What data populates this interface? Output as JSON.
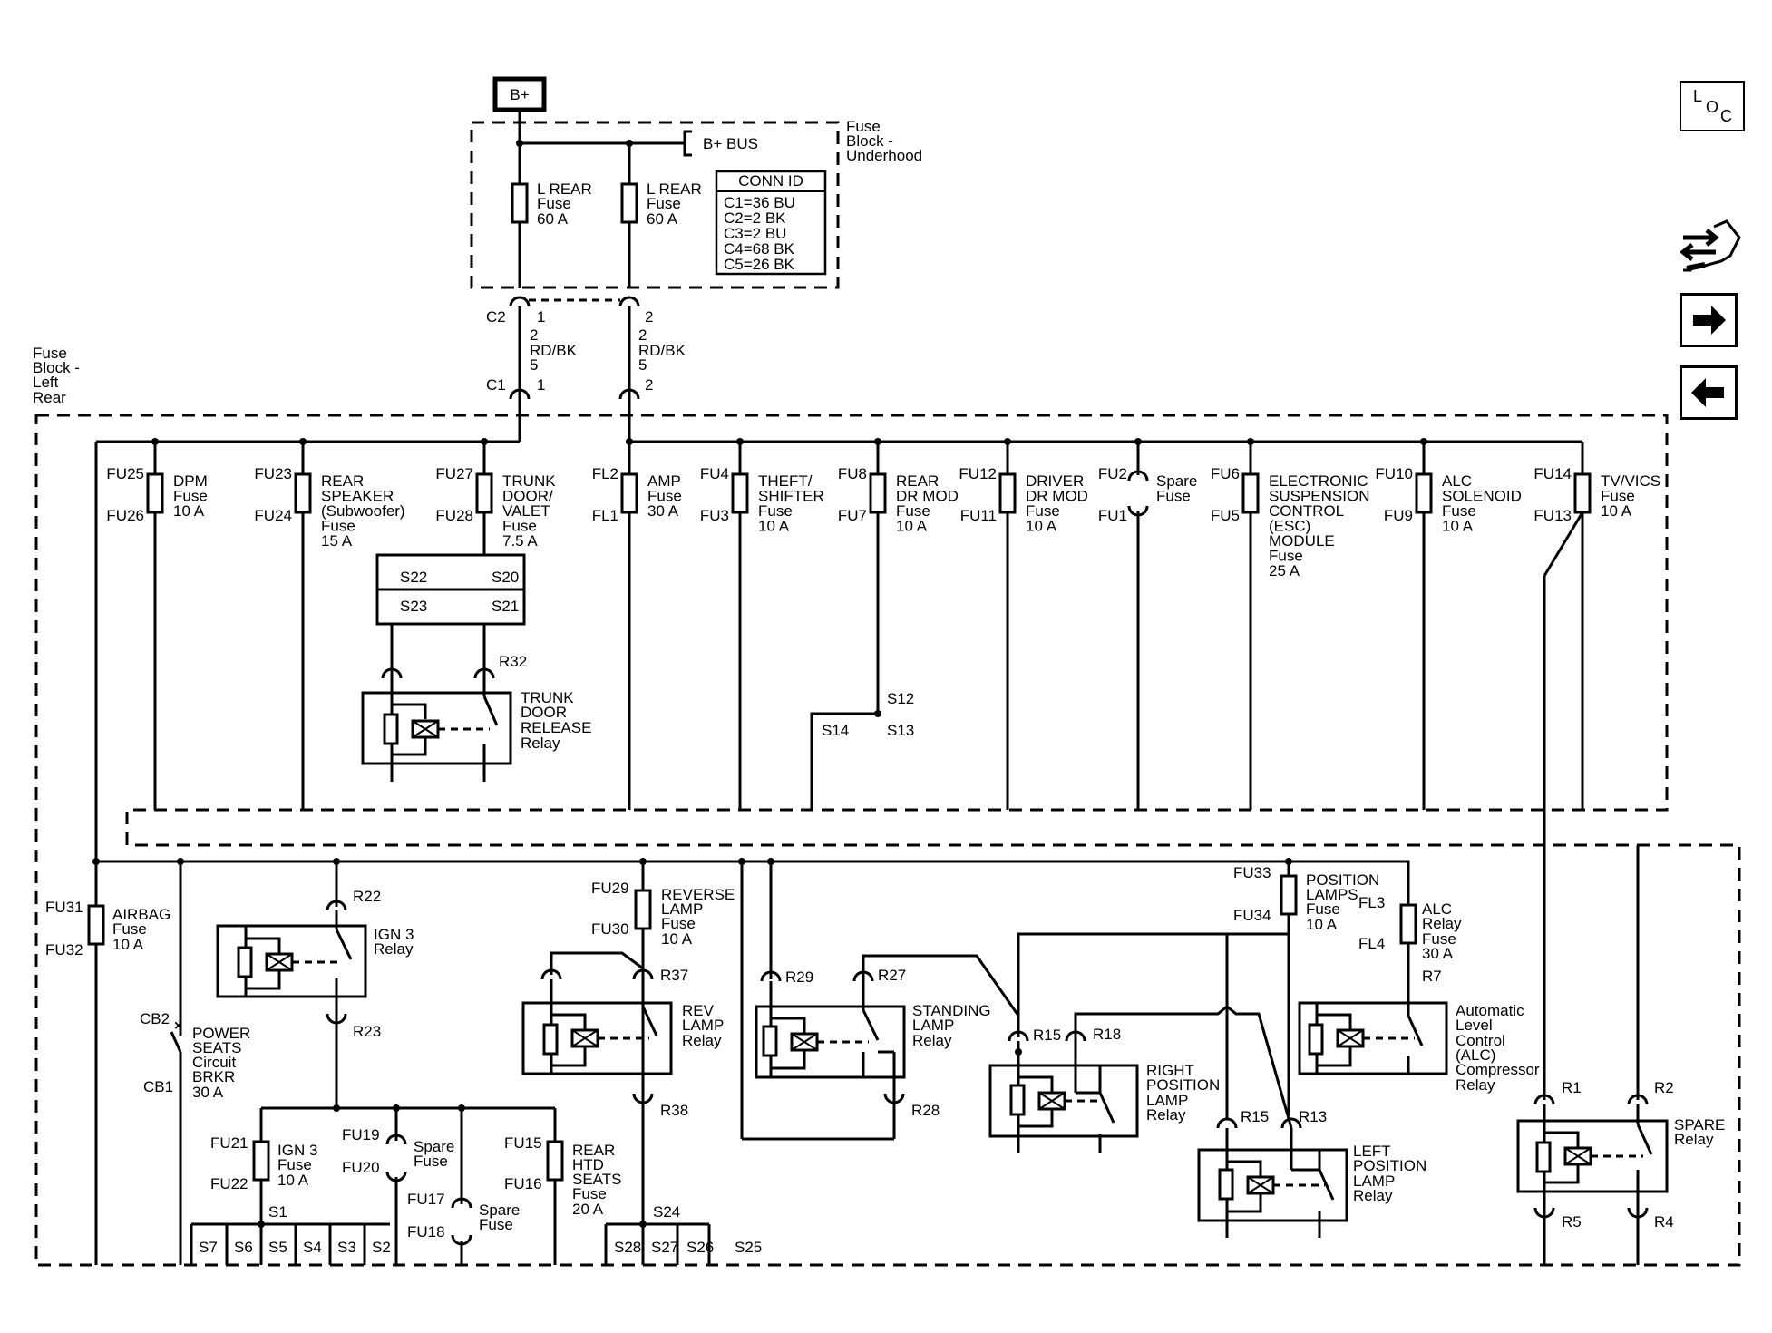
{
  "nav": {
    "loc_l": "L",
    "loc_o": "O",
    "loc_c": "C",
    "tools_icon": "wrench-arrows-icon",
    "next_icon": "arrow-right-icon",
    "prev_icon": "arrow-left-icon"
  },
  "source": "B+",
  "underhood": {
    "name_lines": [
      "Fuse",
      "Block -",
      "Underhood"
    ],
    "bus": "B+ BUS",
    "fuse_a": [
      "L REAR",
      "Fuse",
      "60 A"
    ],
    "fuse_b": [
      "L REAR",
      "Fuse",
      "60 A"
    ],
    "conn_title": "CONN ID",
    "conn_rows": [
      "C1=36 BU",
      "C2=2 BK",
      "C3=2 BU",
      "C4=68 BK",
      "C5=26 BK"
    ]
  },
  "links": {
    "c2": "C2",
    "c1": "C1",
    "pin1": "1",
    "pin2": "2",
    "wire_a": [
      "2",
      "RD/BK",
      "5"
    ],
    "wire_b": [
      "2",
      "RD/BK",
      "5"
    ]
  },
  "left_rear": {
    "name_lines": [
      "Fuse",
      "Block -",
      "Left",
      "Rear"
    ]
  },
  "top_fuses": [
    {
      "t": "FU25",
      "b": "FU26",
      "lines": [
        "DPM",
        "Fuse",
        "10 A"
      ]
    },
    {
      "t": "FU23",
      "b": "FU24",
      "lines": [
        "REAR",
        "SPEAKER",
        "(Subwoofer)",
        "Fuse",
        "15 A"
      ]
    },
    {
      "t": "FU27",
      "b": "FU28",
      "lines": [
        "TRUNK",
        "DOOR/",
        "VALET",
        "Fuse",
        "7.5 A"
      ]
    },
    {
      "t": "FL2",
      "b": "FL1",
      "lines": [
        "AMP",
        "Fuse",
        "30 A"
      ]
    },
    {
      "t": "FU4",
      "b": "FU3",
      "lines": [
        "THEFT/",
        "SHIFTER",
        "Fuse",
        "10 A"
      ]
    },
    {
      "t": "FU8",
      "b": "FU7",
      "lines": [
        "REAR",
        "DR MOD",
        "Fuse",
        "10 A"
      ]
    },
    {
      "t": "FU12",
      "b": "FU11",
      "lines": [
        "DRIVER",
        "DR MOD",
        "Fuse",
        "10 A"
      ]
    },
    {
      "t": "FU2",
      "b": "FU1",
      "lines": [
        "Spare",
        "Fuse"
      ]
    },
    {
      "t": "FU6",
      "b": "FU5",
      "lines": [
        "ELECTRONIC",
        "SUSPENSION",
        "CONTROL",
        "(ESC)",
        "MODULE",
        "Fuse",
        "25 A"
      ]
    },
    {
      "t": "FU10",
      "b": "FU9",
      "lines": [
        "ALC",
        "SOLENOID",
        "Fuse",
        "10 A"
      ]
    },
    {
      "t": "FU14",
      "b": "FU13",
      "lines": [
        "TV/VICS",
        "Fuse",
        "10 A"
      ]
    }
  ],
  "splices": {
    "s22": "S22",
    "s20": "S20",
    "s23": "S23",
    "s21": "S21",
    "s12": "S12",
    "s13": "S13",
    "s14": "S14"
  },
  "trunk_relay": {
    "pin": "R32",
    "lines": [
      "TRUNK",
      "DOOR",
      "RELEASE",
      "Relay"
    ]
  },
  "airbag": {
    "t": "FU31",
    "b": "FU32",
    "lines": [
      "AIRBAG",
      "Fuse",
      "10 A"
    ]
  },
  "breaker": {
    "t": "CB2",
    "b": "CB1",
    "lines": [
      "POWER",
      "SEATS",
      "Circuit",
      "BRKR",
      "30 A"
    ]
  },
  "ign3_relay": {
    "top": "R22",
    "bottom": "R23",
    "lines": [
      "IGN 3",
      "Relay"
    ]
  },
  "ign3_fuse": {
    "t": "FU21",
    "b": "FU22",
    "lines": [
      "IGN 3",
      "Fuse",
      "10 A"
    ]
  },
  "spare_19": {
    "t": "FU19",
    "b": "FU20",
    "lines": [
      "Spare",
      "Fuse"
    ]
  },
  "spare_17": {
    "t": "FU17",
    "b": "FU18",
    "lines": [
      "Spare",
      "Fuse"
    ]
  },
  "htd_seats": {
    "t": "FU15",
    "b": "FU16",
    "lines": [
      "REAR",
      "HTD",
      "SEATS",
      "Fuse",
      "20 A"
    ]
  },
  "s_labels": {
    "s1": "S1",
    "s7": "S7",
    "s6": "S6",
    "s5": "S5",
    "s4": "S4",
    "s3": "S3",
    "s2": "S2",
    "s24": "S24",
    "s28": "S28",
    "s27": "S27",
    "s26": "S26",
    "s25": "S25"
  },
  "reverse_fuse": {
    "t": "FU29",
    "b": "FU30",
    "lines": [
      "REVERSE",
      "LAMP",
      "Fuse",
      "10 A"
    ]
  },
  "rev_relay": {
    "top": "R37",
    "bottom": "R38",
    "lines": [
      "REV",
      "LAMP",
      "Relay"
    ]
  },
  "standing_relay": {
    "l": "R29",
    "r": "R27",
    "bottom": "R28",
    "lines": [
      "STANDING",
      "LAMP",
      "Relay"
    ]
  },
  "position_fuse": {
    "t": "FU33",
    "b": "FU34",
    "lines": [
      "POSITION",
      "LAMPS",
      "Fuse",
      "10 A"
    ]
  },
  "alc_relay_fuse": {
    "t": "FL3",
    "b": "FL4",
    "lines": [
      "ALC",
      "Relay",
      "Fuse",
      "30 A"
    ]
  },
  "right_pos_relay": {
    "l": "R15",
    "r": "R18",
    "lines": [
      "RIGHT",
      "POSITION",
      "LAMP",
      "Relay"
    ]
  },
  "left_pos_relay": {
    "l": "R15",
    "r": "R13",
    "lines": [
      "LEFT",
      "POSITION",
      "LAMP",
      "Relay"
    ]
  },
  "alc_comp_relay": {
    "top": "R7",
    "lines": [
      "Automatic",
      "Level",
      "Control",
      "(ALC)",
      "Compressor",
      "Relay"
    ]
  },
  "spare_relay": {
    "r1": "R1",
    "r2": "R2",
    "r5": "R5",
    "r4": "R4",
    "lines": [
      "SPARE",
      "Relay"
    ]
  }
}
